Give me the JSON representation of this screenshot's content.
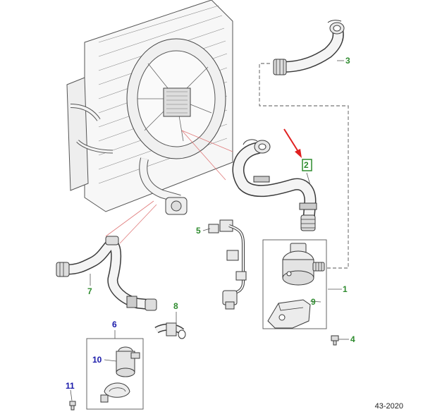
{
  "colors": {
    "line": "#555555",
    "part_fill": "#f4f4f4",
    "part_stroke": "#3a3a3a",
    "green_callout": "#2e8b2e",
    "blue_callout": "#1a1aaa",
    "highlight_box": "#2e8b2e",
    "arrow": "#e02020",
    "leader_red": "#e07a7a"
  },
  "callouts": {
    "c1": "1",
    "c2": "2",
    "c3": "3",
    "c4": "4",
    "c5": "5",
    "c6": "6",
    "c7": "7",
    "c8": "8",
    "c9": "9",
    "c10": "10",
    "c11": "11"
  },
  "reference_code": "43-2020"
}
